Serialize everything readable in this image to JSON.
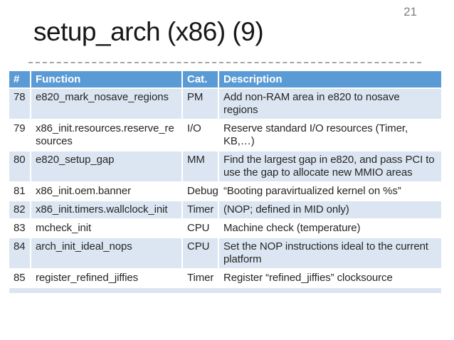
{
  "slide": {
    "page_number": "21",
    "title": "setup_arch (x86) (9)"
  },
  "table": {
    "headers": [
      "#",
      "Function",
      "Cat.",
      "Description"
    ],
    "rows": [
      {
        "num": "78",
        "function": "e820_mark_nosave_regions",
        "cat": "PM",
        "description": "Add non-RAM area in e820 to nosave regions"
      },
      {
        "num": "79",
        "function": "x86_init.resources.reserve_resources",
        "cat": "I/O",
        "description": "Reserve standard I/O resources (Timer, KB,…)"
      },
      {
        "num": "80",
        "function": "e820_setup_gap",
        "cat": "MM",
        "description": "Find the largest gap in e820, and pass PCI to use the gap to allocate new MMIO areas"
      },
      {
        "num": "81",
        "function": "x86_init.oem.banner",
        "cat": "Debug",
        "description": "“Booting paravirtualized kernel on %s”"
      },
      {
        "num": "82",
        "function": "x86_init.timers.wallclock_init",
        "cat": "Timer",
        "description": "(NOP; defined in MID only)"
      },
      {
        "num": "83",
        "function": "mcheck_init",
        "cat": "CPU",
        "description": "Machine check (temperature)"
      },
      {
        "num": "84",
        "function": "arch_init_ideal_nops",
        "cat": "CPU",
        "description": "Set the NOP instructions ideal to the current platform"
      },
      {
        "num": "85",
        "function": "register_refined_jiffies",
        "cat": "Timer",
        "description": "Register “refined_jiffies” clocksource"
      }
    ]
  },
  "colors": {
    "header_bg": "#5B9BD5",
    "band_bg": "#DCE6F2",
    "header_text": "#FFFFFF",
    "body_text": "#262626",
    "title_text": "#171717",
    "page_number_text": "#808080",
    "divider": "#A6A6A6"
  }
}
